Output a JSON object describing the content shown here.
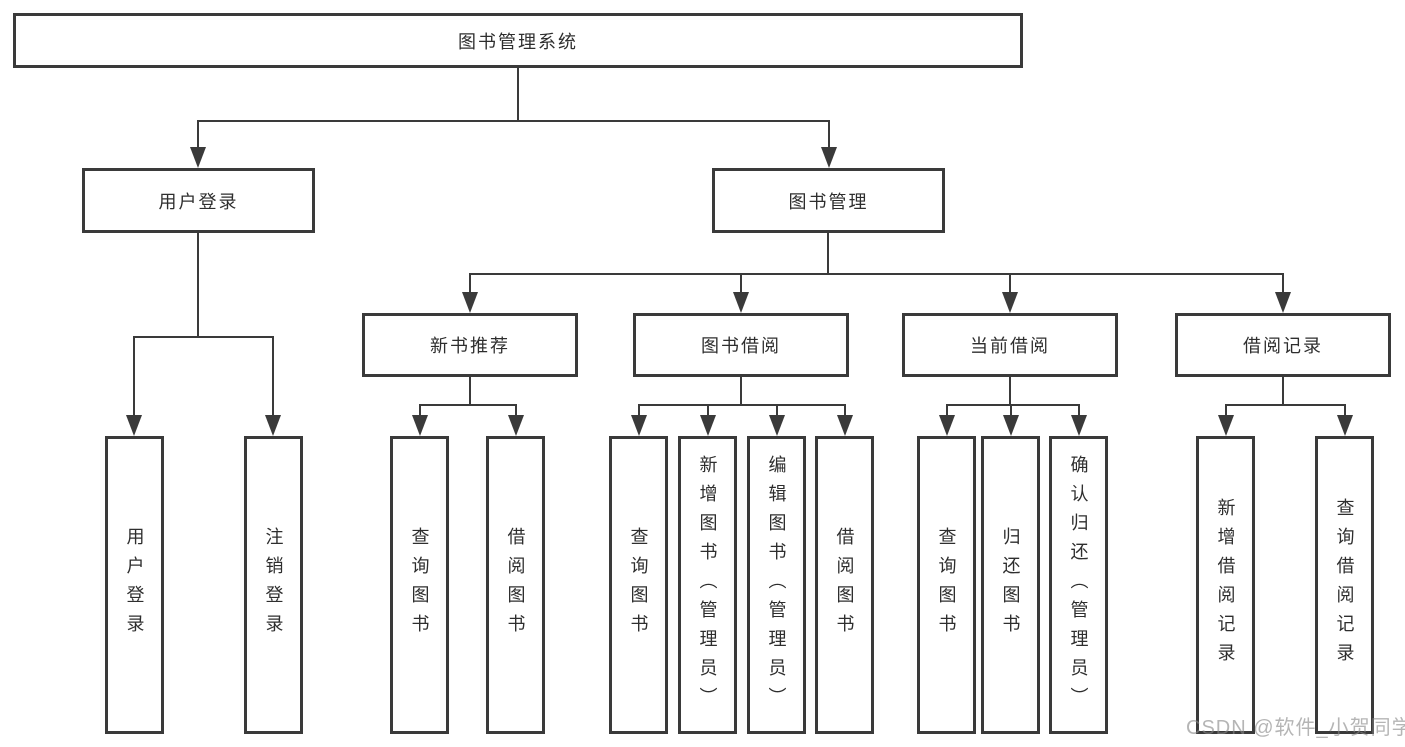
{
  "diagram": {
    "type": "tree",
    "orientation": "top-down",
    "colors": {
      "line": "#3a3a3a",
      "node_border": "#3a3a3a",
      "node_fill": "#ffffff",
      "text": "#2e2e2e",
      "watermark_text": "#a9a9a9",
      "background": "#ffffff"
    },
    "tree": {
      "label": "图书管理系统",
      "children": [
        {
          "label": "用户登录",
          "children": [
            {
              "label": "用户登录"
            },
            {
              "label": "注销登录"
            }
          ]
        },
        {
          "label": "图书管理",
          "children": [
            {
              "label": "新书推荐",
              "children": [
                {
                  "label": "查询图书"
                },
                {
                  "label": "借阅图书"
                }
              ]
            },
            {
              "label": "图书借阅",
              "children": [
                {
                  "label": "查询图书"
                },
                {
                  "label": "新增图书（管理员）"
                },
                {
                  "label": "编辑图书（管理员）"
                },
                {
                  "label": "借阅图书"
                }
              ]
            },
            {
              "label": "当前借阅",
              "children": [
                {
                  "label": "查询图书"
                },
                {
                  "label": "归还图书"
                },
                {
                  "label": "确认归还（管理员）"
                }
              ]
            },
            {
              "label": "借阅记录",
              "children": [
                {
                  "label": "新增借阅记录"
                },
                {
                  "label": "查询借阅记录"
                }
              ]
            }
          ]
        }
      ]
    }
  },
  "watermark": {
    "text": "CSDN @软件_小贺同学"
  }
}
